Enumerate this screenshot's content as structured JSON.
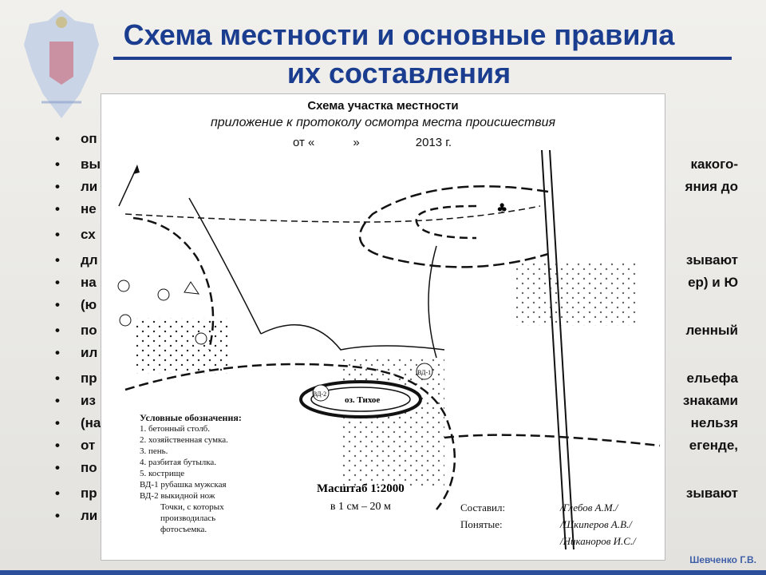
{
  "slide": {
    "title_line1": "Схема местности и основные правила",
    "title_line2": "их составления",
    "author": "Шевченко Г.В."
  },
  "bullets": [
    {
      "left": "оп",
      "right": ""
    },
    {
      "left": "вы",
      "right": "какого-"
    },
    {
      "left": "ли",
      "right": "яния до"
    },
    {
      "left": "не",
      "right": ""
    },
    {
      "left": "сх",
      "right": ""
    },
    {
      "left": "дл",
      "right": "зывают"
    },
    {
      "left": "на",
      "right": "ер) и Ю"
    },
    {
      "left": "(ю",
      "right": ""
    },
    {
      "left": "по",
      "right": "ленный"
    },
    {
      "left": "ил",
      "right": ""
    },
    {
      "left": "пр",
      "right": "ельефа"
    },
    {
      "left": "из",
      "right": "знаками"
    },
    {
      "left": "(на",
      "right": "нельзя"
    },
    {
      "left": "от",
      "right": "егенде,"
    },
    {
      "left": "по",
      "right": ""
    },
    {
      "left": "пр",
      "right": "зывают"
    },
    {
      "left": "ли",
      "right": ""
    }
  ],
  "scheme": {
    "title": "Схема участка местности",
    "subtitle": "приложение к протоколу осмотра места происшествия",
    "date_prefix": "от «",
    "date_quote": "»",
    "date_year": "2013 г.",
    "lake_label": "оз. Тихое",
    "vd1": "ВД-1",
    "vd2": "ВД-2",
    "legend_title": "Условные обозначения:",
    "legend_items": [
      "1.    бетонный столб.",
      "2.    хозяйственная сумка.",
      "3.    пень.",
      "4.    разбитая бутылка.",
      "5.    кострище",
      "ВД-1 рубашка мужская",
      "ВД-2 выкидной нож",
      "Точки, с которых",
      "производилась",
      "фотосъемка."
    ],
    "scale_title": "Масштаб 1:2000",
    "scale_value": "в 1 см – 20 м",
    "composed_label": "Составил:",
    "composed_name": "/Глебов А.М./",
    "witnesses_label": "Понятые:",
    "witness1": "/Шкиперов А.В./",
    "witness2": "/Никаноров И.С./"
  },
  "colors": {
    "title": "#1b3d8f",
    "rule": "#1f3f8e",
    "emblem": "#4a6fb8"
  },
  "icons": [
    "emblem-icon",
    "north-arrow-icon",
    "tree-icon",
    "camera-point-icon"
  ]
}
